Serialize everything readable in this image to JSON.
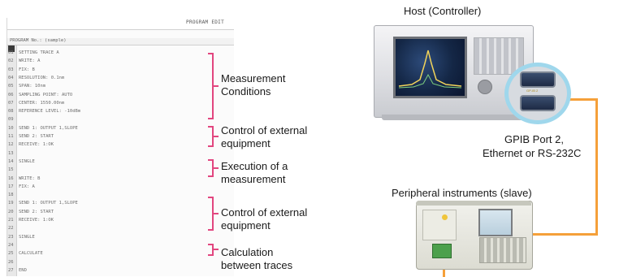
{
  "program": {
    "title": "PROGRAM EDIT",
    "subtitle": "PROGRAM No.: (sample)",
    "lines": [
      "SETTING TRACE A",
      "WRITE: A",
      "FIX: B",
      "RESOLUTION: 0.1nm",
      "SPAN: 10nm",
      "SAMPLING POINT: AUTO",
      "CENTER: 1550.00nm",
      "REFERENCE LEVEL: -10dBm",
      "",
      "SEND 1: OUTPUT 1,SLOPE",
      "SEND 2: START",
      "RECEIVE: 1:OK",
      "",
      "SINGLE",
      "",
      "WRITE: B",
      "FIX: A",
      "",
      "SEND 1: OUTPUT 1,SLOPE",
      "SEND 2: START",
      "RECEIVE: 1:OK",
      "",
      "SINGLE",
      "",
      "CALCULATE",
      "",
      "END"
    ]
  },
  "labels": {
    "measurement_conditions": [
      "Measurement",
      "Conditions"
    ],
    "control_external_1": [
      "Control of external",
      "equipment"
    ],
    "execution": [
      "Execution of a",
      "measurement"
    ],
    "control_external_2": [
      "Control of external",
      "equipment"
    ],
    "calculation": [
      "Calculation",
      "between traces"
    ]
  },
  "diagram": {
    "host_caption": "Host (Controller)",
    "port_caption_line1": "GPIB Port 2,",
    "port_caption_line2": "Ethernet or RS-232C",
    "slave_caption": "Peripheral instruments (slave)",
    "connector_label": "GP-IB 2"
  },
  "colors": {
    "bracket": "#e2467f",
    "cable": "#f5a03a",
    "zoom_ring": "#9fd7ec"
  }
}
